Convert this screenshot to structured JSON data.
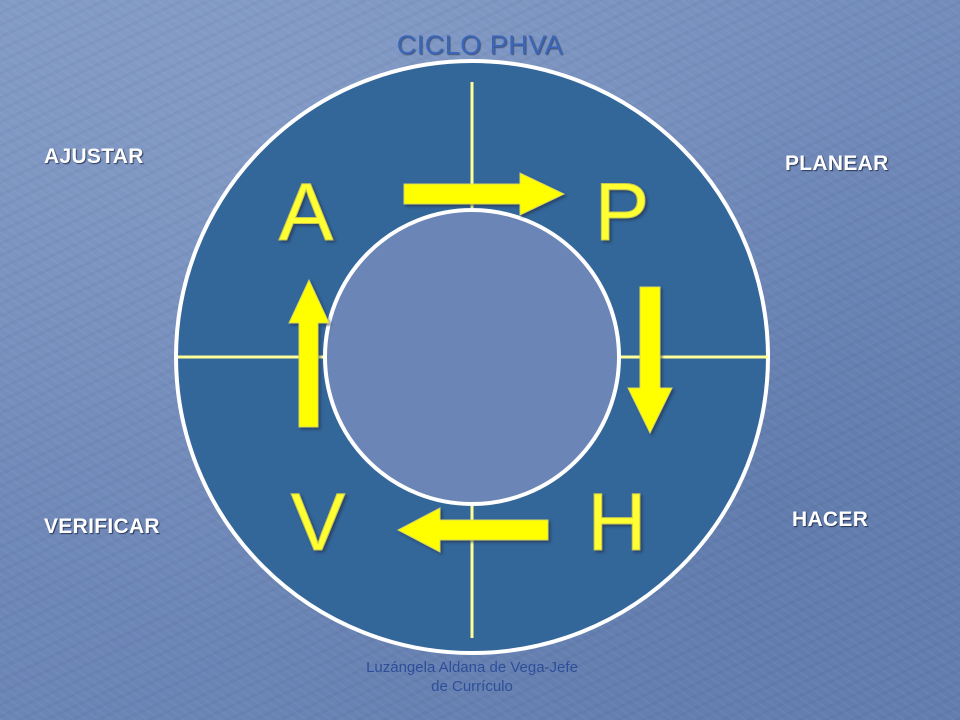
{
  "title": "CICLO PHVA",
  "labels": {
    "ajustar": "AJUSTAR",
    "planear": "PLANEAR",
    "verificar": "VERIFICAR",
    "hacer": "HACER"
  },
  "letters": {
    "a": "A",
    "p": "P",
    "v": "V",
    "h": "H"
  },
  "footer": {
    "line1": "Luzángela Aldana de Vega-Jefe",
    "line2": "de Currículo"
  },
  "colors": {
    "ring": "#336699",
    "arrow": "#ffff00",
    "letter": "#ffff33",
    "divider": "#ffff99",
    "outline": "#ffffff"
  }
}
